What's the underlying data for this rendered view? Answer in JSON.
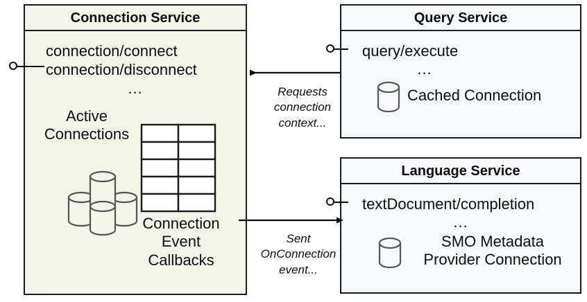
{
  "diagram": {
    "type": "uml-component-diagram",
    "background": "#ffffff",
    "components": [
      {
        "id": "connection-service",
        "title": "Connection Service",
        "fill": "#f2f5e8",
        "stroke": "#1a1a1a",
        "interfaces": [
          "connection/connect",
          "connection/disconnect"
        ],
        "ellipsis": "...",
        "elements": [
          {
            "label": "Active\nConnections",
            "icon": "database-cluster-icon"
          },
          {
            "label": "Connection\nEvent\nCallbacks",
            "icon": "table-grid-icon"
          }
        ]
      },
      {
        "id": "query-service",
        "title": "Query Service",
        "fill": "#f8f9fb",
        "stroke": "#1a1a1a",
        "interfaces": [
          "query/execute"
        ],
        "ellipsis": "...",
        "elements": [
          {
            "label": "Cached Connection",
            "icon": "database-cylinder-icon"
          }
        ]
      },
      {
        "id": "language-service",
        "title": "Language Service",
        "fill": "#f8f9fb",
        "stroke": "#1a1a1a",
        "interfaces": [
          "textDocument/completion"
        ],
        "ellipsis": "...",
        "elements": [
          {
            "label": "SMO Metadata\nProvider Connection",
            "icon": "database-cylinder-icon"
          }
        ]
      }
    ],
    "connections": [
      {
        "id": "query-to-connection",
        "from": "query-service",
        "to": "connection-service",
        "direction": "right-to-left",
        "label": "Requests\nconnection\ncontext..."
      },
      {
        "id": "connection-to-language",
        "from": "connection-service",
        "to": "language-service",
        "direction": "left-to-right",
        "label": "Sent\nOnConnection\nevent..."
      }
    ]
  },
  "connection_service": {
    "title": "Connection Service",
    "interface_1": "connection/connect",
    "interface_2": "connection/disconnect",
    "ellipsis": "...",
    "active_connections_line1": "Active",
    "active_connections_line2": "Connections",
    "callbacks_line1": "Connection",
    "callbacks_line2": "Event",
    "callbacks_line3": "Callbacks"
  },
  "query_service": {
    "title": "Query Service",
    "interface_1": "query/execute",
    "ellipsis": "...",
    "cached_connection": "Cached Connection"
  },
  "language_service": {
    "title": "Language Service",
    "interface_1": "textDocument/completion",
    "ellipsis": "...",
    "smo_line1": "SMO Metadata",
    "smo_line2": "Provider Connection"
  },
  "edges": {
    "requests_label_line1": "Requests",
    "requests_label_line2": "connection",
    "requests_label_line3": "context...",
    "sent_label_line1": "Sent",
    "sent_label_line2": "OnConnection",
    "sent_label_line3": "event..."
  },
  "colors": {
    "connection_service_fill": "#f2f5e8",
    "service_fill": "#f8f9fb",
    "stroke": "#1a1a1a",
    "icon_stroke": "#555555",
    "text": "#0d0d0d"
  }
}
